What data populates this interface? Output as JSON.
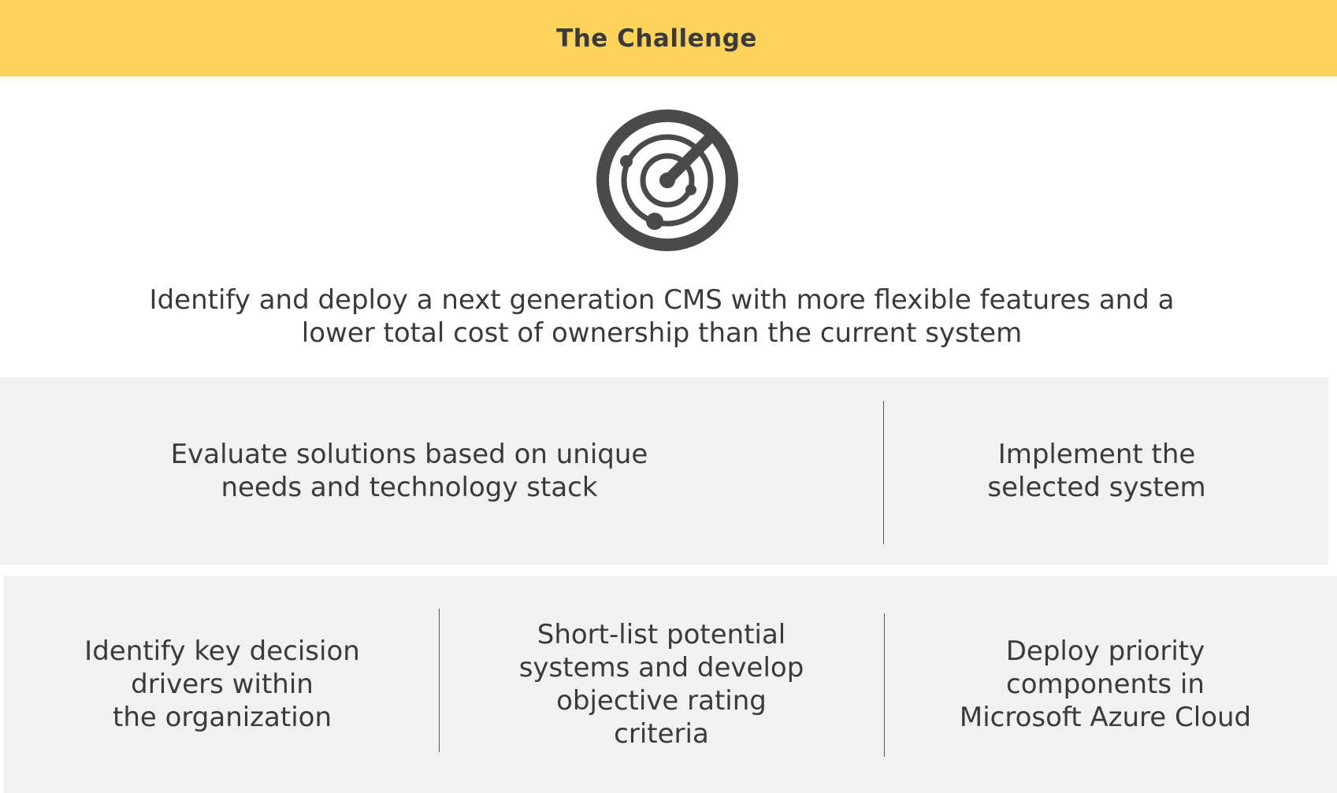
{
  "header": {
    "title": "The Challenge"
  },
  "icon": {
    "name": "radar-target-icon",
    "color": "#4a4a4a"
  },
  "summary": {
    "line1": "Identify and deploy a next generation CMS with more flexible features and a",
    "line2": "lower total cost of ownership than the current system"
  },
  "top_row": {
    "evaluate": {
      "line1": "Evaluate solutions based on unique",
      "line2": "needs and technology stack"
    },
    "implement": {
      "line1": "Implement the",
      "line2": "selected system"
    }
  },
  "bottom_row": {
    "identify": {
      "line1": "Identify key decision",
      "line2": "drivers within",
      "line3": "the organization"
    },
    "shortlist": {
      "line1": "Short-list potential",
      "line2": "systems and develop",
      "line3": "objective rating",
      "line4": "criteria"
    },
    "deploy": {
      "line1": "Deploy priority",
      "line2": "components in",
      "line3": "Microsoft Azure Cloud"
    }
  },
  "colors": {
    "header_bg": "#fed35b",
    "panel_bg": "#f1f1f1",
    "text": "#3a3a3a"
  }
}
